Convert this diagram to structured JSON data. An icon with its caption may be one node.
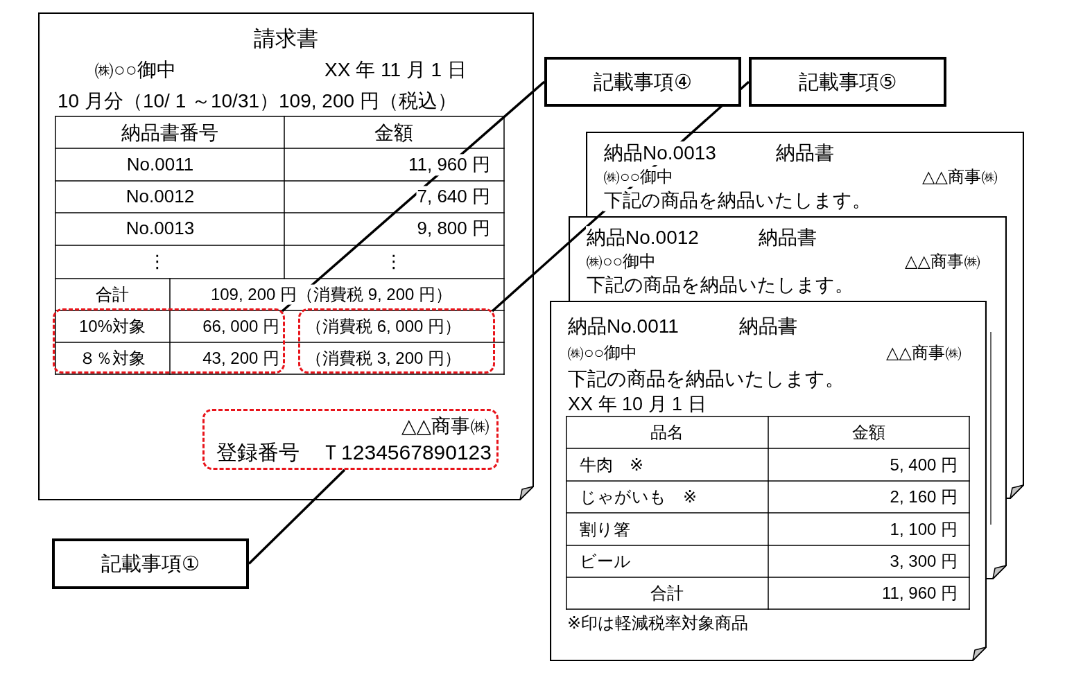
{
  "diagram": {
    "nodes": [
      {
        "text": [
          "請求書",
          "㈱○○御中",
          "XX 年 11 月 1 日",
          "10 月分（10/ 1 ～10/31）109, 200 円（税込）",
          "納品書番号",
          "金額",
          "No.0011",
          "11, 960 円",
          "No.0012",
          "7, 640 円",
          "No.0013",
          "9, 800 円",
          "⋮",
          "⋮",
          "合計",
          "109, 200 円（消費税 9, 200 円）"
        ]
      },
      {
        "text": [
          "10%対象",
          "66, 000 円",
          "８％対象",
          "43, 200 円"
        ],
        "in": 0
      },
      {
        "text": [
          "（消費税 6, 000 円）",
          "（消費税 3, 200 円）"
        ],
        "in": 0
      },
      {
        "text": [
          "△△商事㈱",
          "登録番号　Ｔ1234567890123"
        ],
        "in": 0
      },
      {
        "text": [
          "記載事項④"
        ]
      },
      {
        "text": [
          "記載事項⑤"
        ]
      },
      {
        "text": [
          "納品No.0013",
          "納品書",
          "㈱○○御中",
          "△△商事㈱",
          "下記の商品を納品いたします。"
        ]
      },
      {
        "text": [
          "納品No.0012",
          "納品書",
          "㈱○○御中",
          "△△商事㈱",
          "下記の商品を納品いたします。"
        ]
      },
      {
        "text": [
          "納品No.0011",
          "納品書",
          "㈱○○御中",
          "△△商事㈱",
          "下記の商品を納品いたします。",
          "XX 年 10 月 1 日",
          "品名",
          "金額",
          "牛肉　※",
          "5, 400 円",
          "じゃがいも　※",
          "2, 160 円",
          "割り箸",
          "1, 100 円",
          "ビール",
          "3, 300 円",
          "合計",
          "11, 960 円",
          "※印は軽減税率対象商品"
        ]
      },
      {
        "text": [
          "記載事項①"
        ]
      }
    ],
    "edges": [
      {
        "from": 4,
        "to": 1,
        "arrow": "none"
      },
      {
        "from": 5,
        "to": 2,
        "arrow": "none"
      },
      {
        "from": 9,
        "to": 3,
        "arrow": "none"
      }
    ]
  }
}
